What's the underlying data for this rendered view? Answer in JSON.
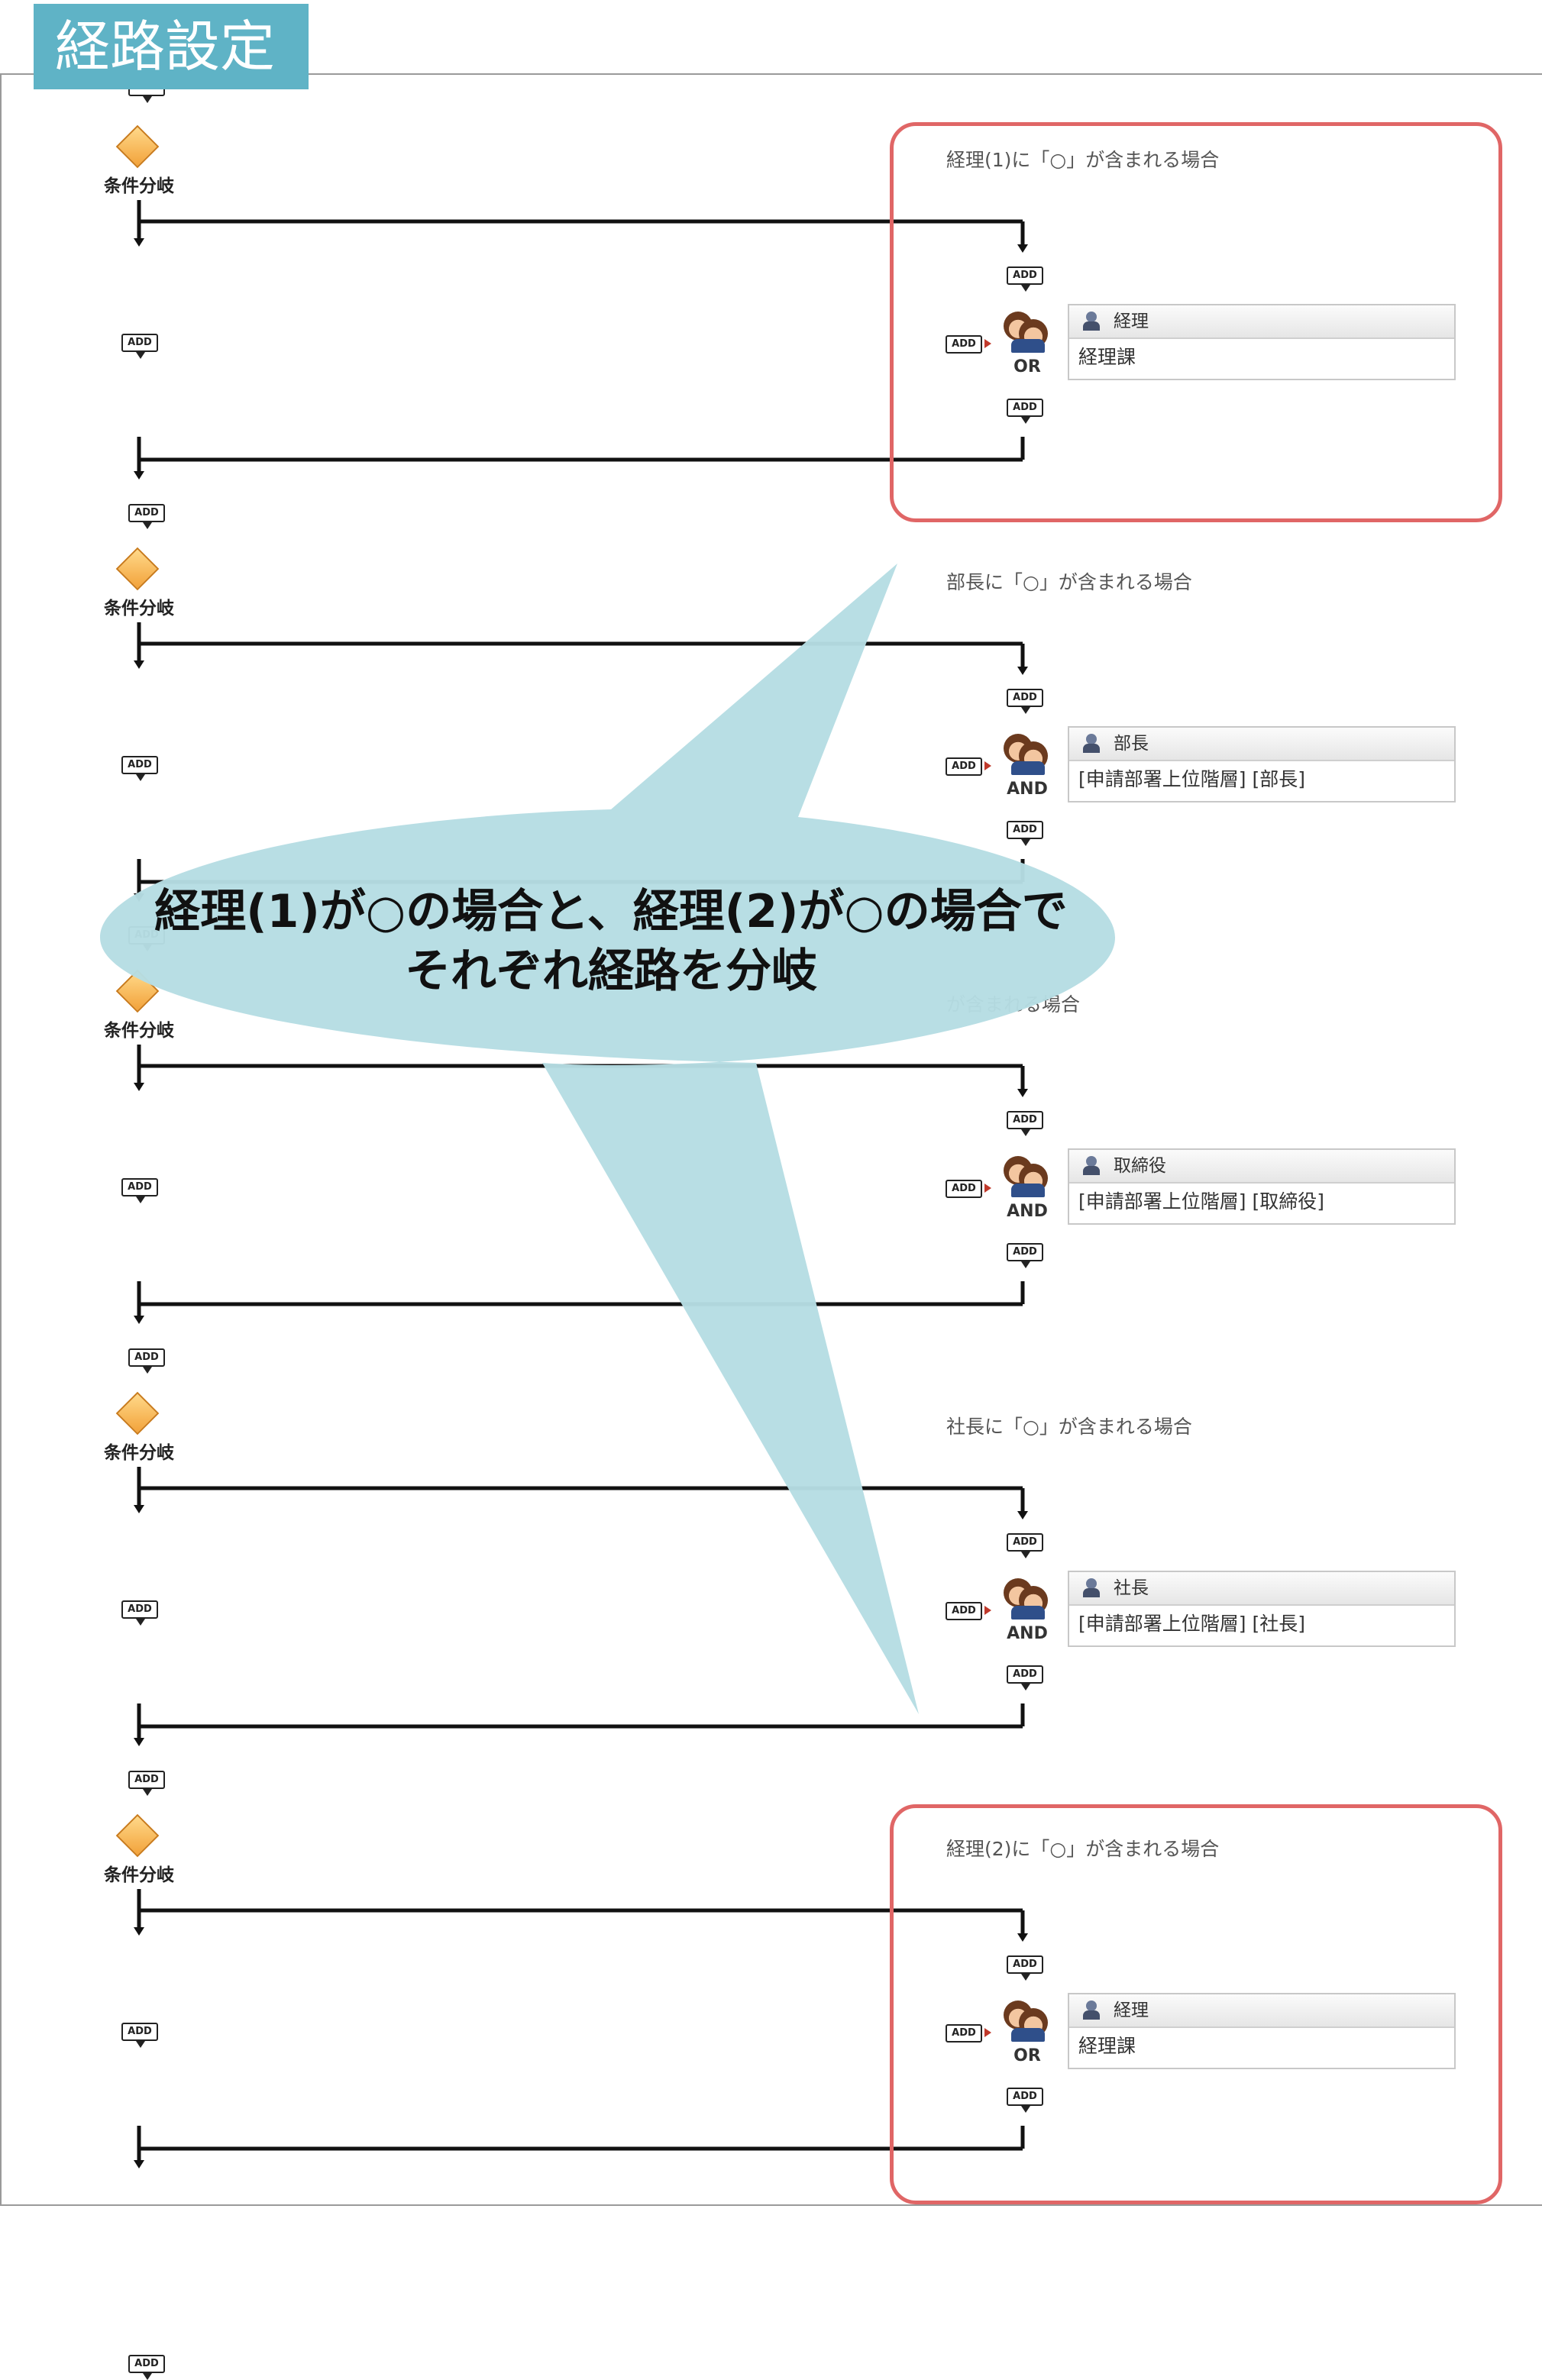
{
  "header": {
    "title": "経路設定"
  },
  "add_label": "ADD",
  "branch_label": "条件分岐",
  "sections": [
    {
      "condition": "経理(1)に「○」が含まれる場合",
      "mode": "OR",
      "role": "経理",
      "role_icon": "group-user-icon",
      "value": "経理課"
    },
    {
      "condition": "部長に「○」が含まれる場合",
      "mode": "AND",
      "role": "部長",
      "role_icon": "user-icon",
      "value": "[申請部署上位階層] [部長]"
    },
    {
      "condition": "が含まれる場合",
      "mode": "AND",
      "role": "取締役",
      "role_icon": "user-icon",
      "value": "[申請部署上位階層] [取締役]"
    },
    {
      "condition": "社長に「○」が含まれる場合",
      "mode": "AND",
      "role": "社長",
      "role_icon": "user-icon",
      "value": "[申請部署上位階層] [社長]"
    },
    {
      "condition": "経理(2)に「○」が含まれる場合",
      "mode": "OR",
      "role": "経理",
      "role_icon": "group-user-icon",
      "value": "経理課"
    }
  ],
  "callout": {
    "line1": "経理(1)が○の場合と、経理(2)が○の場合で",
    "line2": "それぞれ経路を分岐"
  },
  "colors": {
    "title_bg": "#5fb3c6",
    "highlight": "#e06666",
    "callout_fill": "#b6dde3",
    "branch_diamond": "#f2a23a"
  }
}
